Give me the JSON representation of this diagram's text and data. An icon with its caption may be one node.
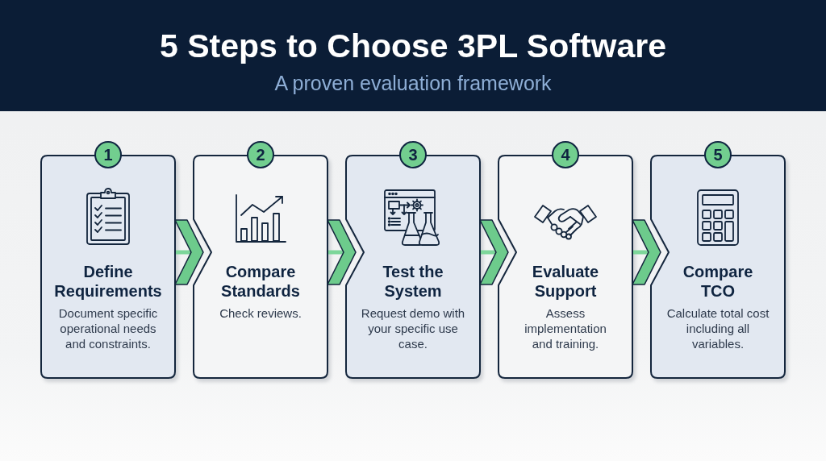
{
  "diagram": {
    "title": "5 Steps to Choose 3PL Software",
    "nodes": [
      {
        "text": [
          "1"
        ]
      },
      {
        "text": [
          "Define Requirements",
          "Document specific operational needs and constraints."
        ]
      },
      {
        "text": [
          "2"
        ]
      },
      {
        "text": [
          "Compare Standards",
          "Check reviews."
        ]
      },
      {
        "text": [
          "3"
        ]
      },
      {
        "text": [
          "Test the System",
          "Request demo with your specific use case."
        ]
      },
      {
        "text": [
          "4"
        ]
      },
      {
        "text": [
          "Evaluate Support",
          "Assess implementation and training."
        ]
      },
      {
        "text": [
          "5"
        ]
      },
      {
        "text": [
          "Compare TCO",
          "Calculate total cost including all variables."
        ]
      }
    ],
    "edges": [
      {
        "from": 1,
        "to": 3,
        "arrow": "to"
      },
      {
        "from": 3,
        "to": 5,
        "arrow": "to"
      },
      {
        "from": 5,
        "to": 7,
        "arrow": "to"
      },
      {
        "from": 7,
        "to": 9,
        "arrow": "to"
      }
    ],
    "labels": [
      "A proven evaluation framework"
    ]
  }
}
